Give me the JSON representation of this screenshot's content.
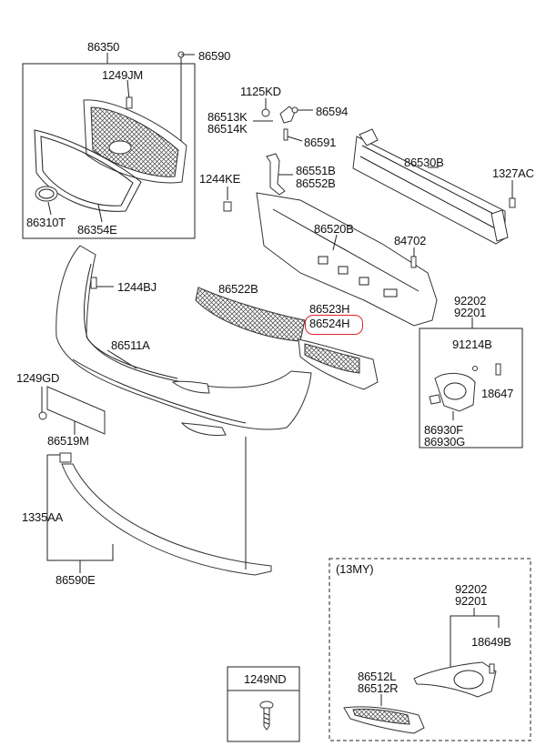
{
  "diagram": {
    "labels": {
      "p86350": "86350",
      "p86590": "86590",
      "p1249JM": "1249JM",
      "p86310T": "86310T",
      "p86354E": "86354E",
      "p1125KD": "1125KD",
      "p86513K": "86513K",
      "p86514K": "86514K",
      "p86594": "86594",
      "p86591": "86591",
      "p1244KE": "1244KE",
      "p86551B": "86551B",
      "p86552B": "86552B",
      "p86530B": "86530B",
      "p1327AC": "1327AC",
      "p86520B": "86520B",
      "p84702": "84702",
      "p1244BJ": "1244BJ",
      "p86522B": "86522B",
      "p86523H": "86523H",
      "p86524H": "86524H",
      "p92202": "92202",
      "p92201": "92201",
      "p86511A": "86511A",
      "p91214B": "91214B",
      "p18647": "18647",
      "p1249GD": "1249GD",
      "p86930F": "86930F",
      "p86930G": "86930G",
      "p86519M": "86519M",
      "p1335AA": "1335AA",
      "p86590E": "86590E",
      "p13MY": "(13MY)",
      "p92202b": "92202",
      "p92201b": "92201",
      "p18649B": "18649B",
      "p1249ND": "1249ND",
      "p86512L": "86512L",
      "p86512R": "86512R"
    },
    "highlight_color": "#e0242b"
  }
}
